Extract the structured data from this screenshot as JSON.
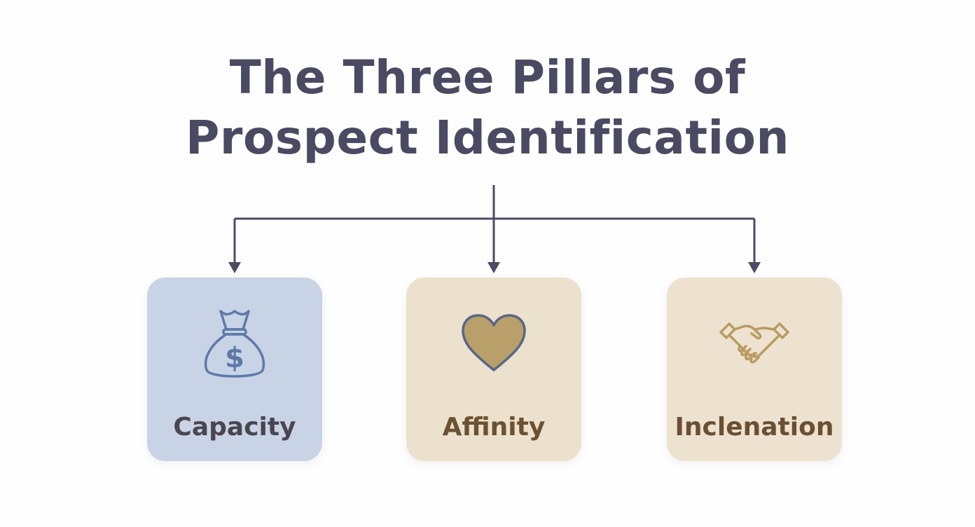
{
  "title": {
    "line1": "The Three Pillars of",
    "line2": "Prospect Identification"
  },
  "pillars": [
    {
      "label": "Capacity",
      "icon": "money-bag-icon",
      "bg": "#c9d3e6",
      "text_color": "#4a4650",
      "icon_color": "#5d7aa7"
    },
    {
      "label": "Affinity",
      "icon": "heart-icon",
      "bg": "#ebe1cc",
      "text_color": "#6b5232",
      "icon_color": "#b9a06a"
    },
    {
      "label": "Inclenation",
      "icon": "handshake-icon",
      "bg": "#ede2cf",
      "text_color": "#6b4f33",
      "icon_color": "#b99a62"
    }
  ],
  "colors": {
    "title": "#4a4a63",
    "connector": "#4d4b63"
  }
}
